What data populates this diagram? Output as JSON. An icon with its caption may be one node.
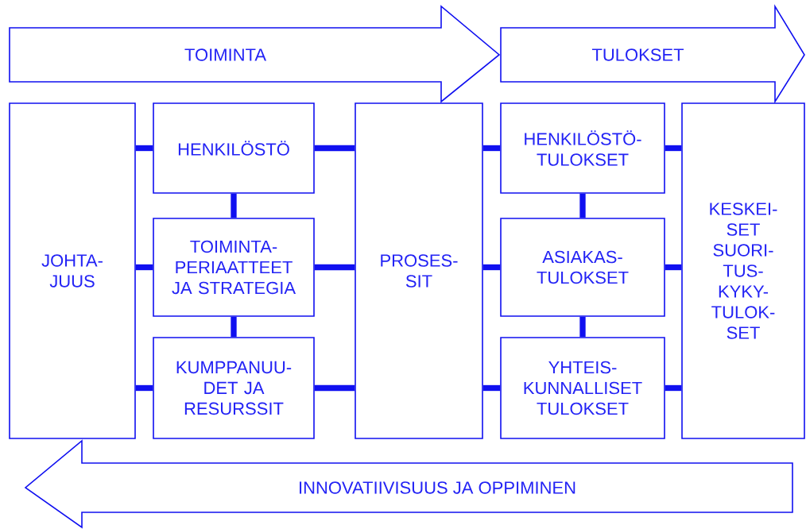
{
  "diagram": {
    "nodes": [
      {
        "text": [
          "TOIMINTA"
        ]
      },
      {
        "text": [
          "TULOKSET"
        ]
      },
      {
        "text": [
          "JOHTA- JUUS"
        ]
      },
      {
        "text": [
          "HENKILÖSTÖ"
        ]
      },
      {
        "text": [
          "TOIMINTA- PERIAATTEET JA STRATEGIA"
        ]
      },
      {
        "text": [
          "KUMPPANUU- DET JA RESURSSIT"
        ]
      },
      {
        "text": [
          "PROSES- SIT"
        ]
      },
      {
        "text": [
          "HENKILÖSTÖ- TULOKSET"
        ]
      },
      {
        "text": [
          "ASIAKAS- TULOKSET"
        ]
      },
      {
        "text": [
          "YHTEIS- KUNNALLISET TULOKSET"
        ]
      },
      {
        "text": [
          "KESKEI- SET SUORI- TUS- KYKY- TULOK- SET"
        ]
      },
      {
        "text": [
          "INNOVATIIVISUUS JA OPPIMINEN"
        ]
      }
    ],
    "edges": [
      {
        "from": 2,
        "to": 3,
        "arrow": "none"
      },
      {
        "from": 2,
        "to": 4,
        "arrow": "none"
      },
      {
        "from": 2,
        "to": 5,
        "arrow": "none"
      },
      {
        "from": 3,
        "to": 4,
        "arrow": "none"
      },
      {
        "from": 4,
        "to": 5,
        "arrow": "none"
      },
      {
        "from": 3,
        "to": 6,
        "arrow": "none"
      },
      {
        "from": 4,
        "to": 6,
        "arrow": "none"
      },
      {
        "from": 5,
        "to": 6,
        "arrow": "none"
      },
      {
        "from": 6,
        "to": 7,
        "arrow": "none"
      },
      {
        "from": 6,
        "to": 8,
        "arrow": "none"
      },
      {
        "from": 6,
        "to": 9,
        "arrow": "none"
      },
      {
        "from": 7,
        "to": 8,
        "arrow": "none"
      },
      {
        "from": 8,
        "to": 9,
        "arrow": "none"
      },
      {
        "from": 7,
        "to": 10,
        "arrow": "none"
      },
      {
        "from": 8,
        "to": 10,
        "arrow": "none"
      },
      {
        "from": 9,
        "to": 10,
        "arrow": "none"
      }
    ]
  }
}
